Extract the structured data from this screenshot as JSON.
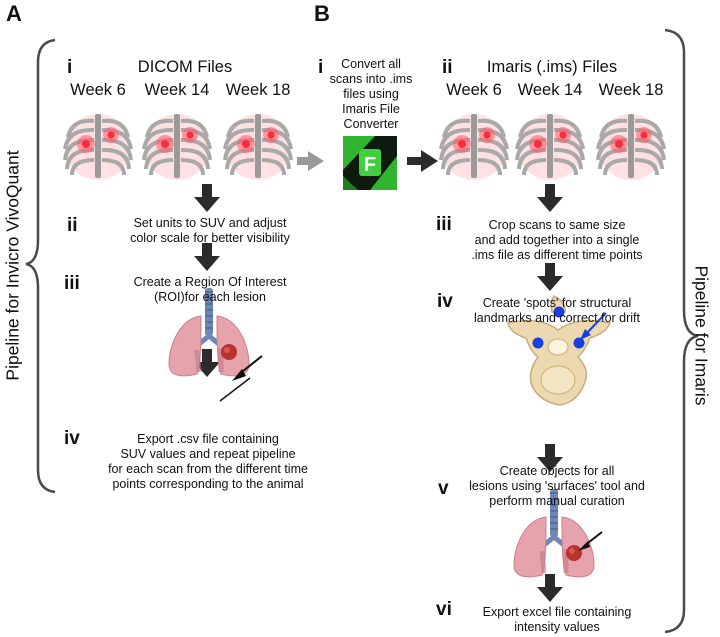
{
  "panel_a": {
    "letter": "A",
    "side_label": "Pipeline for Invicro VivoQuant",
    "roman_i": "i",
    "title": "DICOM Files",
    "weeks": [
      "Week 6",
      "Week 14",
      "Week 18"
    ],
    "steps": [
      {
        "roman": "ii",
        "lines": [
          "Set units to SUV and adjust",
          "color scale for better visibility"
        ]
      },
      {
        "roman": "iii",
        "lines": [
          "Create a Region Of Interest",
          "(ROI)for each lesion"
        ]
      },
      {
        "roman": "iv",
        "lines": [
          "Export .csv file containing",
          "SUV values and repeat pipeline",
          "for each scan from the different time",
          "points corresponding to the animal"
        ]
      }
    ]
  },
  "panel_b": {
    "letter": "B",
    "side_label": "Pipeline for Imaris",
    "convert": {
      "roman": "i",
      "lines": [
        "Convert all",
        "scans into .ims",
        "files using",
        "Imaris File",
        "Converter"
      ],
      "icon_letter": "F"
    },
    "roman_ii": "ii",
    "title": "Imaris (.ims) Files",
    "weeks": [
      "Week 6",
      "Week 14",
      "Week 18"
    ],
    "steps": [
      {
        "roman": "iii",
        "lines": [
          "Crop scans to same size",
          "and add together into a single",
          ".ims file as different time points"
        ]
      },
      {
        "roman": "iv",
        "lines": [
          "Create 'spots' for structural",
          "landmarks and correct for drift"
        ]
      },
      {
        "roman": "v",
        "lines": [
          "Create objects for all",
          "lesions using 'surfaces' tool and",
          "perform manual curation"
        ]
      },
      {
        "roman": "vi",
        "lines": [
          "Export excel file containing",
          "intensity values"
        ]
      }
    ]
  },
  "colors": {
    "arrow": "#2b2b2b",
    "arrow_gray": "#9a9a9a",
    "lung": "#e6a3ab",
    "trachea": "#6e87b4",
    "lesion": "#b8332f",
    "hotspot": "#ff2a3c",
    "spot": "#1a3fe0",
    "vertebra": "#ecd9b0",
    "icon_green": "#2fb52f"
  },
  "icons": [
    "ribcage-icon",
    "lungs-icon",
    "vertebra-icon",
    "imaris-converter-icon",
    "brace-icon"
  ]
}
